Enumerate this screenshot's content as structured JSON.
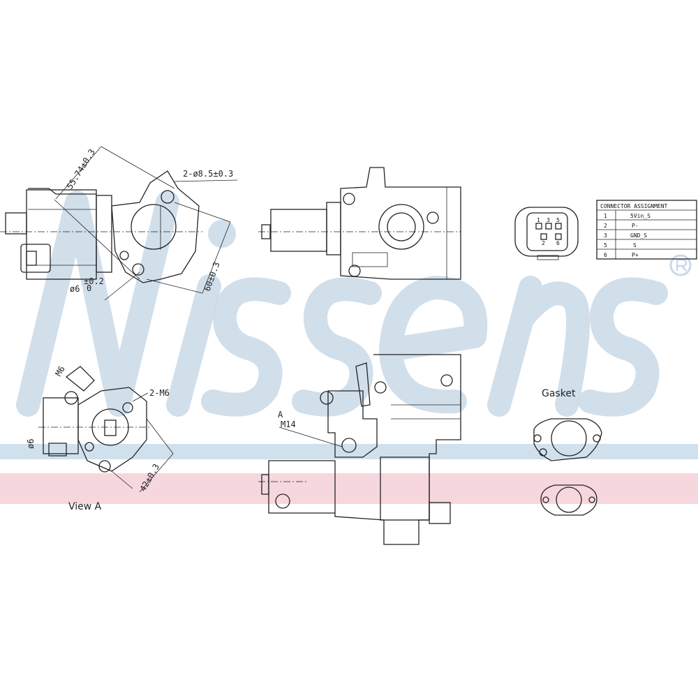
{
  "watermark": {
    "brand": "Nissens",
    "registered": "®",
    "blue": "#c9d9e8",
    "band_blue": "#bcd3e6",
    "band_pink": "#f2c6d0"
  },
  "labels": {
    "dim_55": "55.74±0.3",
    "holes_top": "2-ø8.5±0.3",
    "dim_60": "60±0.3",
    "dia_6_top": "ø6",
    "tol_6_top": "±0.2",
    "tol_6_top_low": "0",
    "m6": "M6",
    "holes_view_a": "2-M6",
    "dia_6_view_a": "ø6",
    "dim_42": "42±0.3",
    "view_a": "View  A",
    "arrow_a": "A",
    "m14": "M14",
    "gasket": "Gasket"
  },
  "connector_table": {
    "title": "CONNECTOR ASSIGNMENT",
    "rows": [
      {
        "pin": "1",
        "signal": "5Vin_S"
      },
      {
        "pin": "2",
        "signal": "P-"
      },
      {
        "pin": "3",
        "signal": "GND_S"
      },
      {
        "pin": "5",
        "signal": "S"
      },
      {
        "pin": "6",
        "signal": "P+"
      }
    ]
  },
  "connector_pins": [
    "1",
    "3",
    "5",
    "2",
    "6"
  ]
}
